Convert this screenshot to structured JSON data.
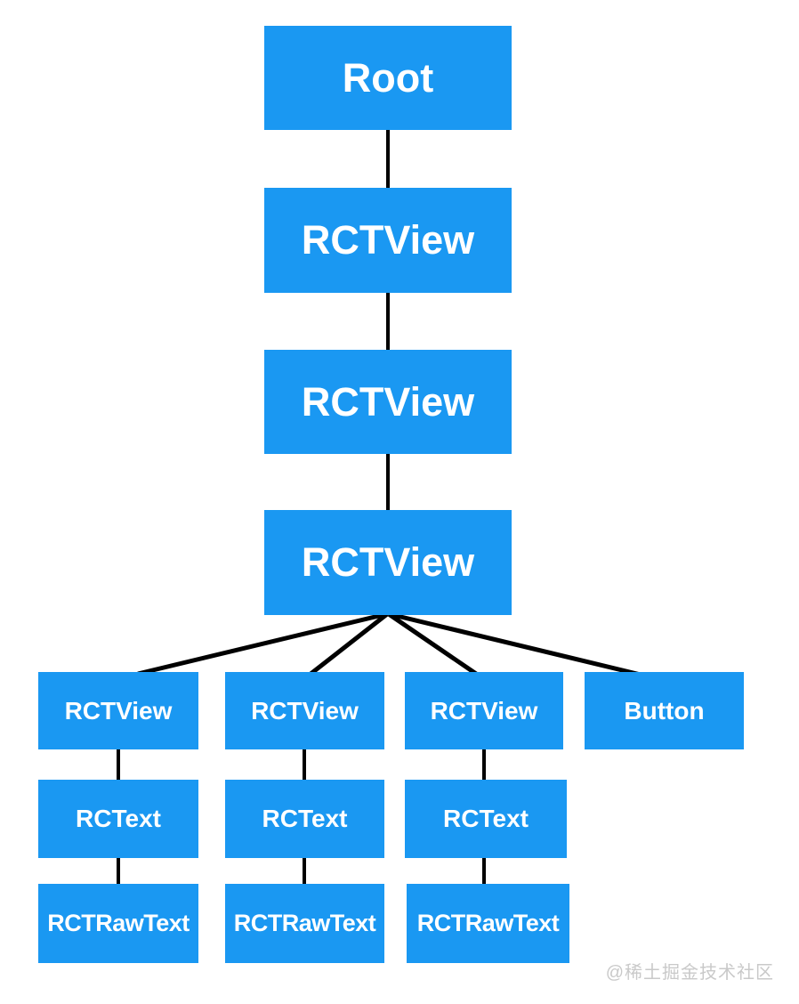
{
  "tree": {
    "trunk": [
      {
        "label": "Root"
      },
      {
        "label": "RCTView"
      },
      {
        "label": "RCTView"
      },
      {
        "label": "RCTView"
      }
    ],
    "branches": [
      {
        "nodes": [
          {
            "label": "RCTView"
          },
          {
            "label": "RCText"
          },
          {
            "label": "RCTRawText"
          }
        ]
      },
      {
        "nodes": [
          {
            "label": "RCTView"
          },
          {
            "label": "RCText"
          },
          {
            "label": "RCTRawText"
          }
        ]
      },
      {
        "nodes": [
          {
            "label": "RCTView"
          },
          {
            "label": "RCText"
          },
          {
            "label": "RCTRawText"
          }
        ]
      },
      {
        "nodes": [
          {
            "label": "Button"
          }
        ]
      }
    ]
  },
  "watermark": {
    "text": "@稀土掘金技术社区"
  },
  "colors": {
    "node_fill": "#1A98F2",
    "node_text": "#FFFFFF",
    "connector": "#000000",
    "background": "#FFFFFF",
    "watermark_text": "#C9C9C9"
  }
}
